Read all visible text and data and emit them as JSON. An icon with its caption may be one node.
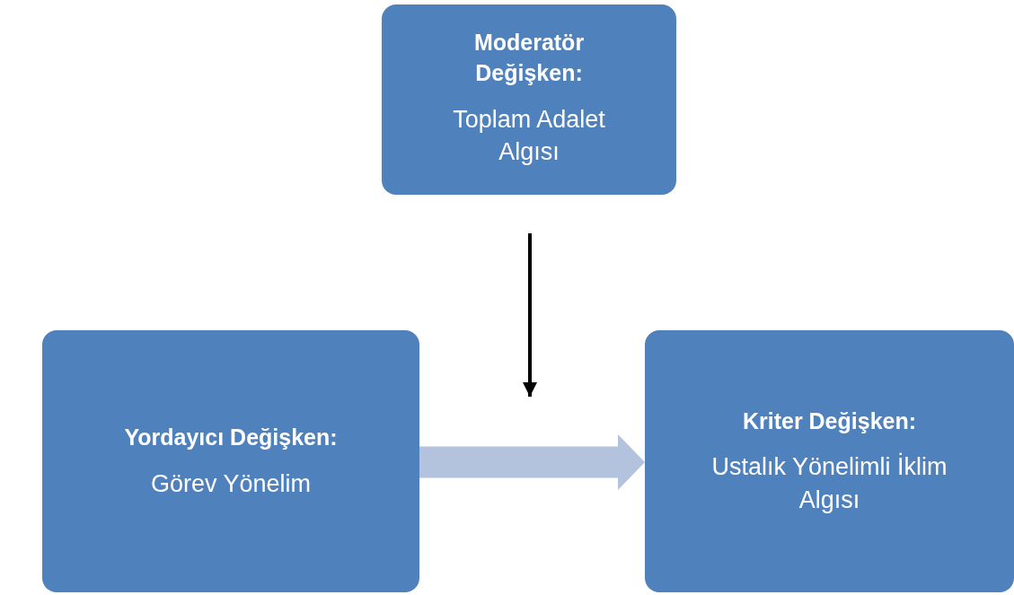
{
  "diagram": {
    "nodes": [
      {
        "text": [
          "Moderatör Değişken:",
          "Toplam Adalet Algısı"
        ]
      },
      {
        "text": [
          "Yordayıcı Değişken:",
          "Görev Yönelim"
        ]
      },
      {
        "text": [
          "Kriter Değişken:",
          "Ustalık Yönelimli İklim Algısı"
        ]
      }
    ],
    "edges": [
      {
        "from": 0,
        "to": null,
        "arrow": "to"
      },
      {
        "from": 1,
        "to": 2,
        "arrow": "to",
        "style": "thick",
        "color": "#b3c2dd"
      }
    ]
  }
}
